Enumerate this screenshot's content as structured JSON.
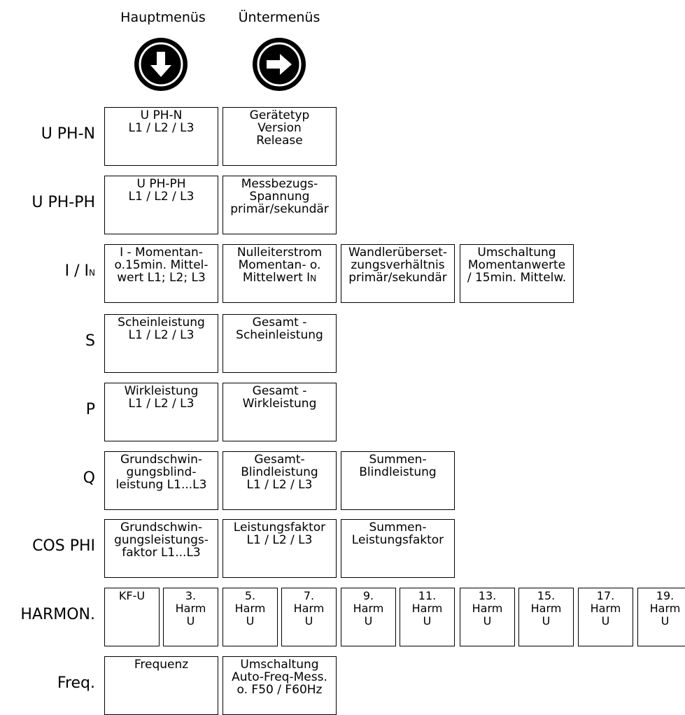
{
  "headers": {
    "main": "Hauptmenüs",
    "sub": "Üntermenüs"
  },
  "icons": {
    "main": "down-arrow-icon",
    "sub": "right-arrow-icon"
  },
  "rows": [
    {
      "label": "U PH-N",
      "boxes": [
        {
          "lines": [
            "U PH-N",
            "L1 / L2 / L3"
          ]
        },
        {
          "lines": [
            "Gerätetyp",
            "Version",
            "Release"
          ]
        }
      ]
    },
    {
      "label": "U PH-PH",
      "boxes": [
        {
          "lines": [
            "U PH-PH",
            "L1 / L2 / L3"
          ]
        },
        {
          "lines": [
            "Messbezugs-",
            "Spannung",
            "primär/sekundär"
          ]
        }
      ]
    },
    {
      "label": "I / I",
      "label_sub": "N",
      "boxes": [
        {
          "lines": [
            "I - Momentan-",
            "o.15min. Mittel-",
            "wert  L1; L2; L3"
          ]
        },
        {
          "lines": [
            "Nulleiterstrom",
            "Momentan- o.",
            "Mittelwert  I"
          ],
          "last_sub": "N"
        },
        {
          "lines": [
            "Wandlerüberset-",
            "zungsverhältnis",
            "primär/sekundär"
          ]
        },
        {
          "lines": [
            "Umschaltung",
            "Momentanwerte",
            "/ 15min. Mittelw."
          ]
        }
      ]
    },
    {
      "label": "S",
      "boxes": [
        {
          "lines": [
            "Scheinleistung",
            "L1 / L2 / L3"
          ]
        },
        {
          "lines": [
            "Gesamt -",
            "Scheinleistung"
          ]
        }
      ]
    },
    {
      "label": "P",
      "boxes": [
        {
          "lines": [
            "Wirkleistung",
            "L1 / L2 / L3"
          ]
        },
        {
          "lines": [
            "Gesamt -",
            "Wirkleistung"
          ]
        }
      ]
    },
    {
      "label": "Q",
      "boxes": [
        {
          "lines": [
            "Grundschwin-",
            "gungsblind-",
            "leistung L1...L3"
          ]
        },
        {
          "lines": [
            "Gesamt-",
            "Blindleistung",
            "L1 / L2 / L3"
          ]
        },
        {
          "lines": [
            "Summen-",
            "Blindleistung"
          ]
        }
      ]
    },
    {
      "label": "COS PHI",
      "boxes": [
        {
          "lines": [
            "Grundschwin-",
            "gungsleistungs-",
            "faktor L1...L3"
          ]
        },
        {
          "lines": [
            "Leistungsfaktor",
            "L1 / L2 / L3"
          ]
        },
        {
          "lines": [
            "Summen-",
            "Leistungsfaktor"
          ]
        }
      ]
    },
    {
      "label": "HARMON.",
      "boxes": [
        {
          "lines": [
            "KF-U"
          ]
        },
        {
          "lines": [
            "3.",
            "Harm",
            "U"
          ]
        },
        {
          "lines": [
            "5.",
            "Harm",
            "U"
          ]
        },
        {
          "lines": [
            "7.",
            "Harm",
            "U"
          ]
        },
        {
          "lines": [
            "9.",
            "Harm",
            "U"
          ]
        },
        {
          "lines": [
            "11.",
            "Harm",
            "U"
          ]
        },
        {
          "lines": [
            "13.",
            "Harm",
            "U"
          ]
        },
        {
          "lines": [
            "15.",
            "Harm",
            "U"
          ]
        },
        {
          "lines": [
            "17.",
            "Harm",
            "U"
          ]
        },
        {
          "lines": [
            "19.",
            "Harm",
            "U"
          ]
        }
      ]
    },
    {
      "label": "Freq.",
      "boxes": [
        {
          "lines": [
            "Frequenz"
          ]
        },
        {
          "lines": [
            "Umschaltung",
            "Auto-Freq-Mess.",
            "o. F50 / F60Hz"
          ]
        }
      ]
    }
  ]
}
